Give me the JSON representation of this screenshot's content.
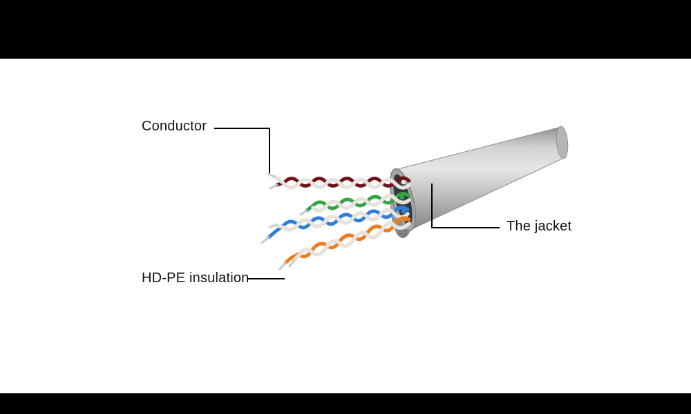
{
  "figure": {
    "labels": {
      "conductor": "Conductor",
      "insulation": "HD-PE insulation",
      "jacket": "The jacket"
    },
    "colors": {
      "pair_brown": "#6f1418",
      "pair_green": "#35a244",
      "pair_blue": "#2e7fd8",
      "pair_orange": "#ee7b1c",
      "white_strand": "#e6e3dc",
      "bare_tip": "#c6cacc",
      "leader_line": "#000000",
      "letterbox": "#000000",
      "background": "#ffffff"
    }
  }
}
